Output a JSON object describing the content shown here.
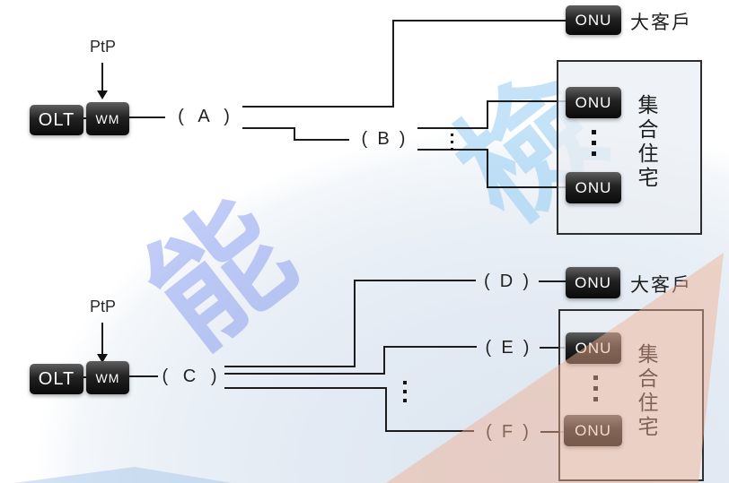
{
  "watermarks": {
    "stamp_char_upper": "檢",
    "stamp_char_lower": "能"
  },
  "top_network": {
    "ptp_label": "PtP",
    "olt_label": "OLT",
    "wm_label": "WM",
    "split_a_label": "(   A   )",
    "split_b_label": "(  B  )",
    "direct_onu": {
      "box_label": "ONU",
      "customer_label": "大客戶"
    },
    "mdu": {
      "building_label": "集合住宅",
      "onu_top_label": "ONU",
      "onu_bottom_label": "ONU"
    }
  },
  "bottom_network": {
    "ptp_label": "PtP",
    "olt_label": "OLT",
    "wm_label": "WM",
    "split_c_label": "(   C   )",
    "split_d_label": "(  D  )",
    "split_e_label": "(  E  )",
    "split_f_label": "(  F  )",
    "direct_onu": {
      "box_label": "ONU",
      "customer_label": "大客戶"
    },
    "mdu": {
      "building_label": "集合住宅",
      "onu_top_label": "ONU",
      "onu_bottom_label": "ONU"
    }
  },
  "colors": {
    "line": "#1c1c1c",
    "node_dark": "#161616",
    "mdu_fill": "#e9edf3",
    "watermark_periwinkle": "#8094ee",
    "watermark_cyan": "#8ac8f2",
    "watermark_salmon": "#eeb093",
    "background_tint": "#dce6f1"
  }
}
